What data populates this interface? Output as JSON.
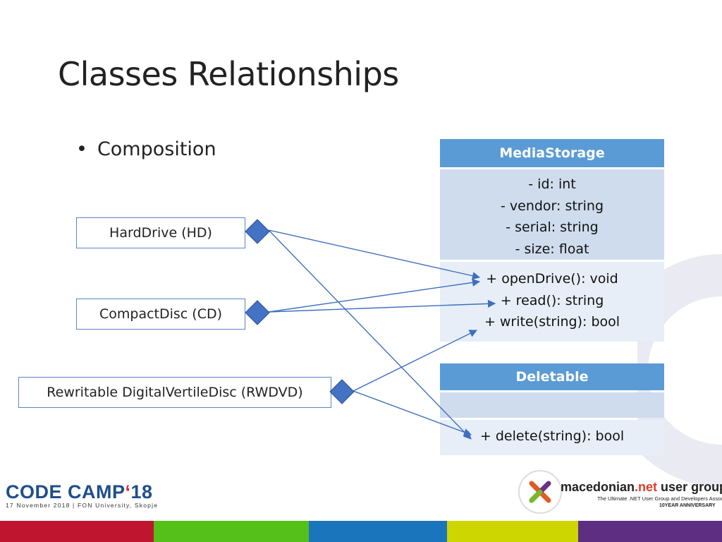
{
  "slide": {
    "title": "Classes Relationships",
    "bullet": "Composition"
  },
  "classes": [
    {
      "label": "HardDrive (HD)"
    },
    {
      "label": "CompactDisc (CD)"
    },
    {
      "label": "Rewritable DigitalVertileDisc (RWDVD)"
    }
  ],
  "media_storage": {
    "name": "MediaStorage",
    "attributes": [
      "-    id: int",
      "-    vendor: string",
      "-    serial: string",
      "-    size: float"
    ],
    "methods": [
      "+ openDrive(): void",
      "+ read(): string",
      "+ write(string): bool"
    ]
  },
  "deletable": {
    "name": "Deletable",
    "methods": [
      "+ delete(string): bool"
    ]
  },
  "footer": {
    "logo_left": "CODE CAMP‘18",
    "logo_left_sub": "17 November 2018 | FON University, Skopje",
    "logo_right": "macedonian.net user group",
    "logo_right_tag": "The Ultimate .NET User Group and Developers Association",
    "logo_right_anniv": "10YEAR ANNIVERSARY",
    "colors": [
      "#c0152f",
      "#56c01a",
      "#1b75bc",
      "#cdd600",
      "#5e2e82"
    ]
  }
}
